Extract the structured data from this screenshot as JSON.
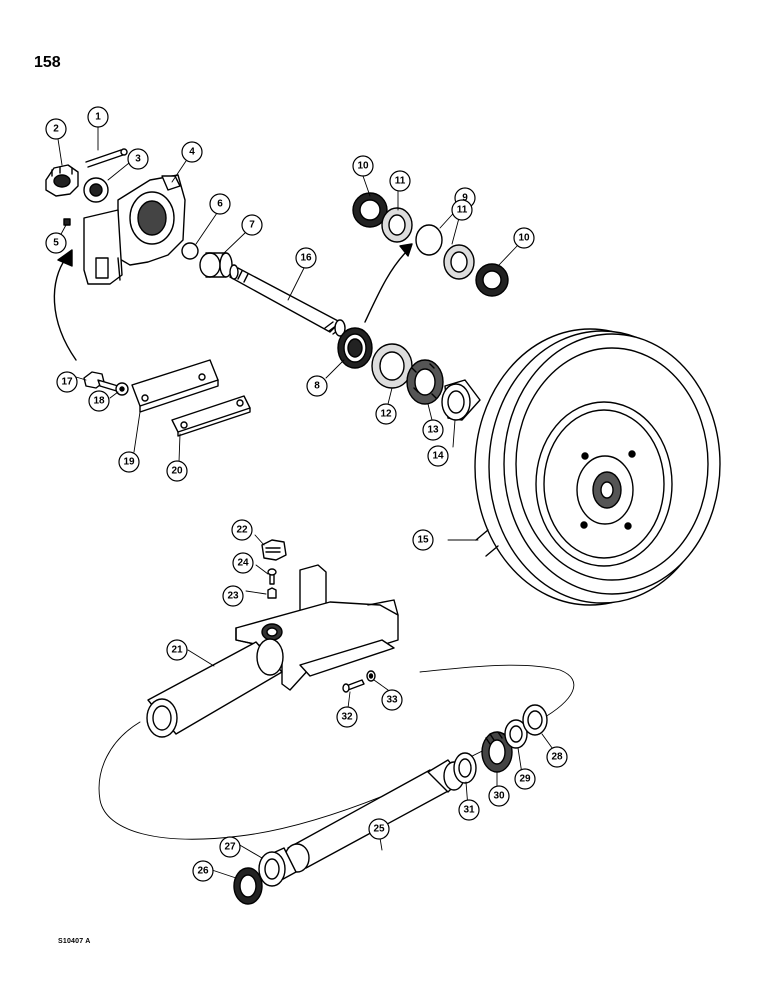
{
  "page": {
    "number": "158",
    "figure_code": "S10407 A"
  },
  "callouts": [
    "1",
    "2",
    "3",
    "4",
    "5",
    "6",
    "7",
    "8",
    "9",
    "10",
    "11",
    "12",
    "13",
    "14",
    "15",
    "16",
    "17",
    "18",
    "19",
    "20",
    "21",
    "22",
    "23",
    "24",
    "25",
    "26",
    "27",
    "28",
    "29",
    "30",
    "31",
    "32",
    "33"
  ],
  "colors": {
    "ink": "#000000",
    "paper": "#ffffff",
    "shade": "#d0d0d0",
    "dark": "#303030"
  }
}
